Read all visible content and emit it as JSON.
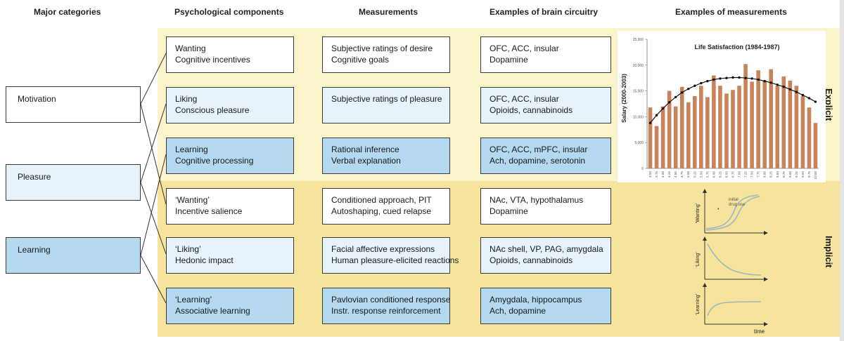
{
  "headers": {
    "major": "Major categories",
    "psych": "Psychological components",
    "meas": "Measurements",
    "brain": "Examples of brain circuitry",
    "examples": "Examples of measurements"
  },
  "categories": [
    "Motivation",
    "Pleasure",
    "Learning"
  ],
  "rows": [
    {
      "psych": [
        "Wanting",
        "Cognitive incentives"
      ],
      "meas": [
        "Subjective ratings of desire",
        "Cognitive goals"
      ],
      "brain": [
        "OFC, ACC, insular",
        "Dopamine"
      ]
    },
    {
      "psych": [
        "Liking",
        "Conscious pleasure"
      ],
      "meas": [
        "Subjective ratings of pleasure",
        ""
      ],
      "brain": [
        "OFC, ACC, insular",
        "Opioids, cannabinoids"
      ]
    },
    {
      "psych": [
        "Learning",
        "Cognitive processing"
      ],
      "meas": [
        "Rational inference",
        "Verbal explanation"
      ],
      "brain": [
        "OFC, ACC, mPFC, insular",
        "Ach, dopamine, serotonin"
      ]
    },
    {
      "psych": [
        "‘Wanting’",
        "Incentive salience"
      ],
      "meas": [
        "Conditioned approach, PIT",
        "Autoshaping, cued relapse"
      ],
      "brain": [
        "NAc, VTA, hypothalamus",
        "Dopamine"
      ]
    },
    {
      "psych": [
        "‘Liking’",
        "Hedonic impact"
      ],
      "meas": [
        "Facial affective expressions",
        "Human pleasure-elicited reactions"
      ],
      "brain": [
        "NAc shell, VP, PAG, amygdala",
        "Opioids, cannabinoids"
      ]
    },
    {
      "psych": [
        "‘Learning’",
        "Associative learning"
      ],
      "meas": [
        "Pavlovian conditioned response",
        "Instr. response reinforcement"
      ],
      "brain": [
        "Amygdala, hippocampus",
        "Ach, dopamine"
      ]
    }
  ],
  "side_labels": {
    "explicit": "Explicit",
    "implicit": "Implicit"
  },
  "mini_plots": {
    "wanting": {
      "ylabel": "‘Wanting’",
      "note1": "initial",
      "note2": "drug use"
    },
    "liking": {
      "ylabel": "‘Liking’"
    },
    "learning": {
      "ylabel": "‘Learning’",
      "xlabel": "time"
    }
  },
  "colors": {
    "explicit_band": "#fbf3c9",
    "implicit_band": "#f6e39c",
    "light_box": "#e7f3fb",
    "mid_box": "#b3d8ef",
    "bar": "#c8835a"
  },
  "chart_data": {
    "type": "bar",
    "title": "Life Satisfaction (1984-1987)",
    "ylabel": "Salary (2000-2003)",
    "xlabel": "",
    "ylim": [
      0,
      25000
    ],
    "yticks": [
      "0",
      "5,000",
      "10,000",
      "15,000",
      "20,000",
      "25,000"
    ],
    "categories": [
      "3.50",
      "3.75",
      "4.00",
      "4.25",
      "4.50",
      "4.75",
      "5.00",
      "5.25",
      "5.50",
      "5.75",
      "6.00",
      "6.25",
      "6.50",
      "6.75",
      "7.00",
      "7.25",
      "7.50",
      "7.75",
      "8.00",
      "8.25",
      "8.50",
      "8.75",
      "9.00",
      "9.25",
      "9.50",
      "9.75",
      "10.00"
    ],
    "values": [
      11800,
      8200,
      12000,
      15000,
      12000,
      15800,
      12800,
      14000,
      16000,
      13800,
      18000,
      16000,
      14500,
      15200,
      16000,
      20200,
      16800,
      19000,
      17000,
      19200,
      16000,
      17800,
      17000,
      16000,
      14000,
      11800,
      8800
    ],
    "trend": [
      8800,
      10300,
      11600,
      12800,
      13800,
      14700,
      15400,
      16000,
      16500,
      16900,
      17200,
      17400,
      17500,
      17600,
      17600,
      17500,
      17400,
      17200,
      16900,
      16600,
      16200,
      15800,
      15300,
      14800,
      14200,
      13600,
      12900
    ],
    "grid": false,
    "legend": "none"
  }
}
